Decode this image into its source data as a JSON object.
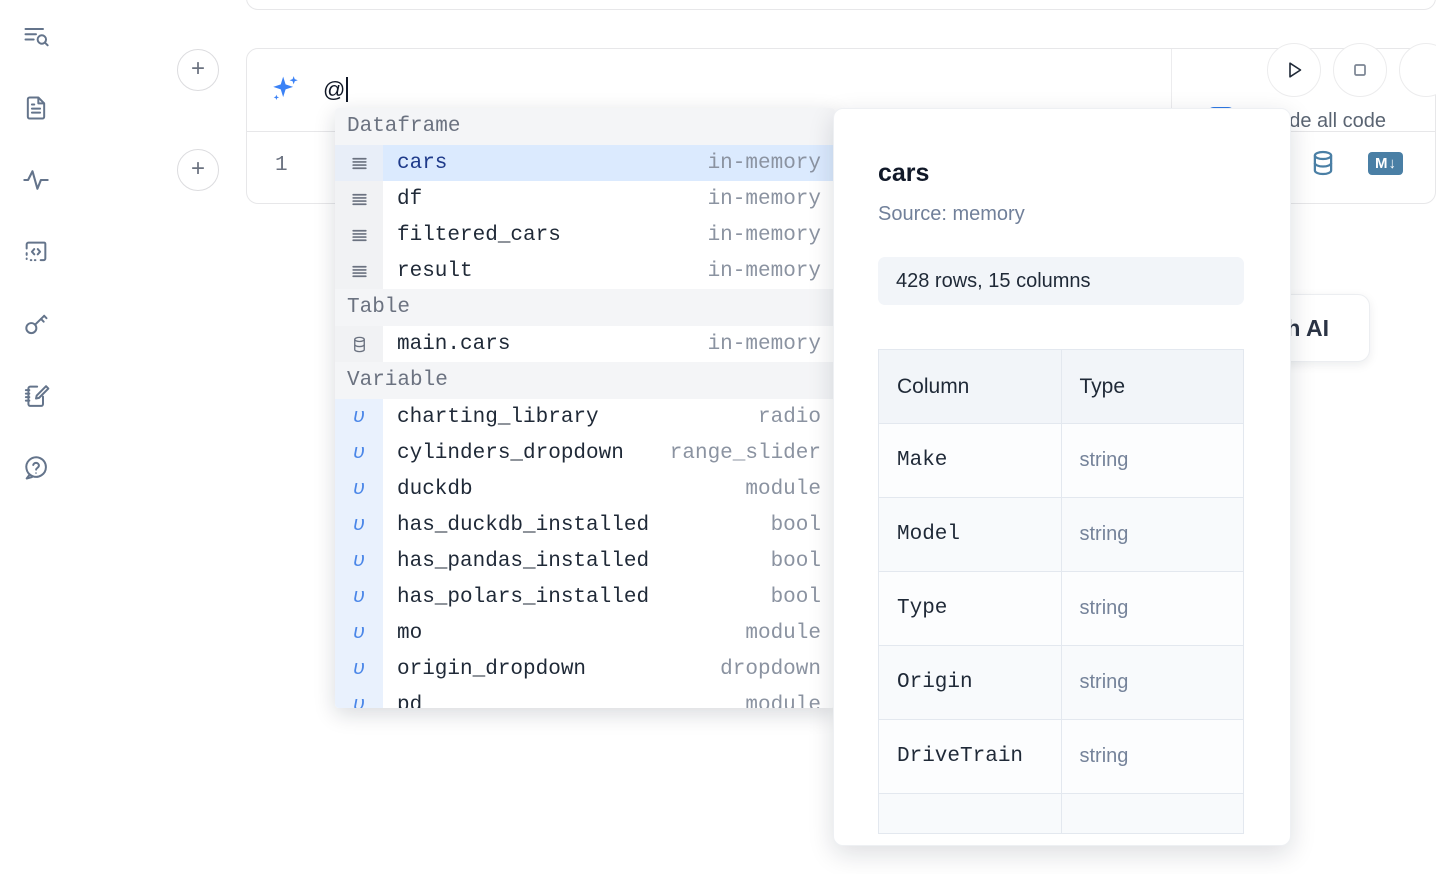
{
  "rail": {
    "items": [
      {
        "name": "explore-search-icon",
        "label": "Explore"
      },
      {
        "name": "notebook-file-icon",
        "label": "Files"
      },
      {
        "name": "activity-pulse-icon",
        "label": "Activity"
      },
      {
        "name": "code-snippets-icon",
        "label": "Snippets"
      },
      {
        "name": "secrets-key-icon",
        "label": "Secrets"
      },
      {
        "name": "scratchpad-edit-icon",
        "label": "Scratchpad"
      },
      {
        "name": "help-chat-icon",
        "label": "Help"
      }
    ]
  },
  "add_buttons": {
    "label": "+"
  },
  "ai_prompt": {
    "icon": "sparkle-icon",
    "value": "@",
    "run_label": "Run",
    "stop_label": "Stop",
    "include_all_code_label": "Include all code",
    "include_all_code_checked": false,
    "accent": "#3b82f6"
  },
  "code_cell": {
    "line_number": "1",
    "database_icon": "database-icon",
    "markdown_badge": "M",
    "markdown_badge_arrow": "↓"
  },
  "ai_card": {
    "text": "h AI"
  },
  "autocomplete": {
    "sections": [
      {
        "title": "Dataframe",
        "items": [
          {
            "icon": "dataframe-rows-icon",
            "name": "cars",
            "type": "in-memory",
            "selected": true
          },
          {
            "icon": "dataframe-rows-icon",
            "name": "df",
            "type": "in-memory",
            "selected": false
          },
          {
            "icon": "dataframe-rows-icon",
            "name": "filtered_cars",
            "type": "in-memory",
            "selected": false
          },
          {
            "icon": "dataframe-rows-icon",
            "name": "result",
            "type": "in-memory",
            "selected": false
          }
        ]
      },
      {
        "title": "Table",
        "items": [
          {
            "icon": "database-table-icon",
            "name": "main.cars",
            "type": "in-memory",
            "selected": false
          }
        ]
      },
      {
        "title": "Variable",
        "items": [
          {
            "icon": "variable-upsilon-icon",
            "name": "charting_library",
            "type": "radio",
            "selected": false
          },
          {
            "icon": "variable-upsilon-icon",
            "name": "cylinders_dropdown",
            "type": "range_slider",
            "selected": false
          },
          {
            "icon": "variable-upsilon-icon",
            "name": "duckdb",
            "type": "module",
            "selected": false
          },
          {
            "icon": "variable-upsilon-icon",
            "name": "has_duckdb_installed",
            "type": "bool",
            "selected": false
          },
          {
            "icon": "variable-upsilon-icon",
            "name": "has_pandas_installed",
            "type": "bool",
            "selected": false
          },
          {
            "icon": "variable-upsilon-icon",
            "name": "has_polars_installed",
            "type": "bool",
            "selected": false
          },
          {
            "icon": "variable-upsilon-icon",
            "name": "mo",
            "type": "module",
            "selected": false
          },
          {
            "icon": "variable-upsilon-icon",
            "name": "origin_dropdown",
            "type": "dropdown",
            "selected": false
          },
          {
            "icon": "variable-upsilon-icon",
            "name": "pd",
            "type": "module",
            "selected": false
          }
        ]
      }
    ]
  },
  "preview": {
    "title": "cars",
    "source": "Source: memory",
    "shape": "428 rows, 15 columns",
    "headers": [
      "Column",
      "Type"
    ],
    "rows": [
      {
        "column": "Make",
        "type": "string"
      },
      {
        "column": "Model",
        "type": "string"
      },
      {
        "column": "Type",
        "type": "string"
      },
      {
        "column": "Origin",
        "type": "string"
      },
      {
        "column": "DriveTrain",
        "type": "string"
      }
    ]
  }
}
